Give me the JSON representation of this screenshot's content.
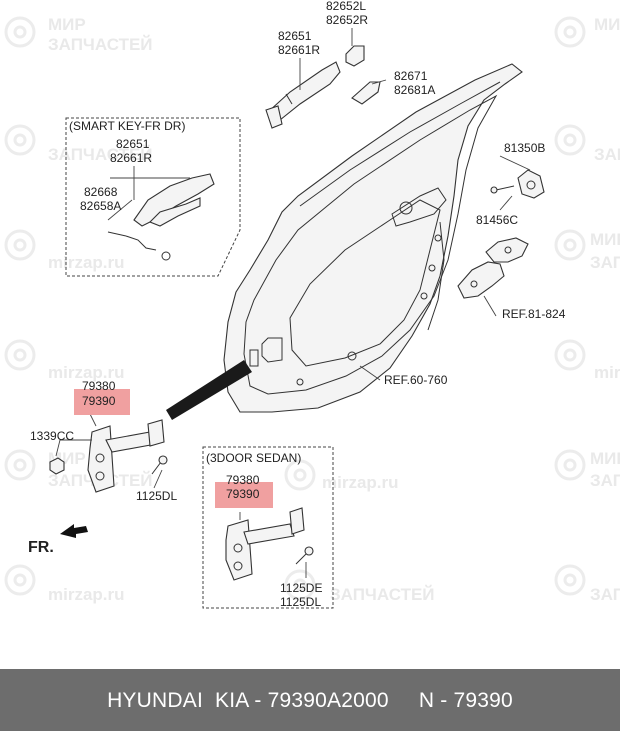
{
  "watermark": {
    "line1": "МИР",
    "line2": "ЗАПЧАСТЕЙ",
    "domain": "mirzap.ru"
  },
  "groups": {
    "smart_key": "(SMART KEY-FR DR)",
    "sedan_3door": "(3DOOR SEDAN)"
  },
  "parts": {
    "p82652L": "82652L",
    "p82652R": "82652R",
    "p82651": "82651",
    "p82661R": "82661R",
    "p82671": "82671",
    "p82681A": "82681A",
    "sk82651": "82651",
    "sk82661R": "82661R",
    "sk82668": "82668",
    "sk82658A": "82658A",
    "p81350B": "81350B",
    "p81456C": "81456C",
    "ref81824": "REF.81-824",
    "ref60760": "REF.60-760",
    "p79380": "79380",
    "p79390": "79390",
    "p1339CC": "1339CC",
    "p1125DL": "1125DL",
    "s79380": "79380",
    "s79390": "79390",
    "s1125DE": "1125DE",
    "s1125DL": "1125DL",
    "fr": "FR."
  },
  "highlight_color": "#f0a0a0",
  "footer": {
    "text": "HYUNDAI  KIA - 79390A2000     N - 79390"
  }
}
